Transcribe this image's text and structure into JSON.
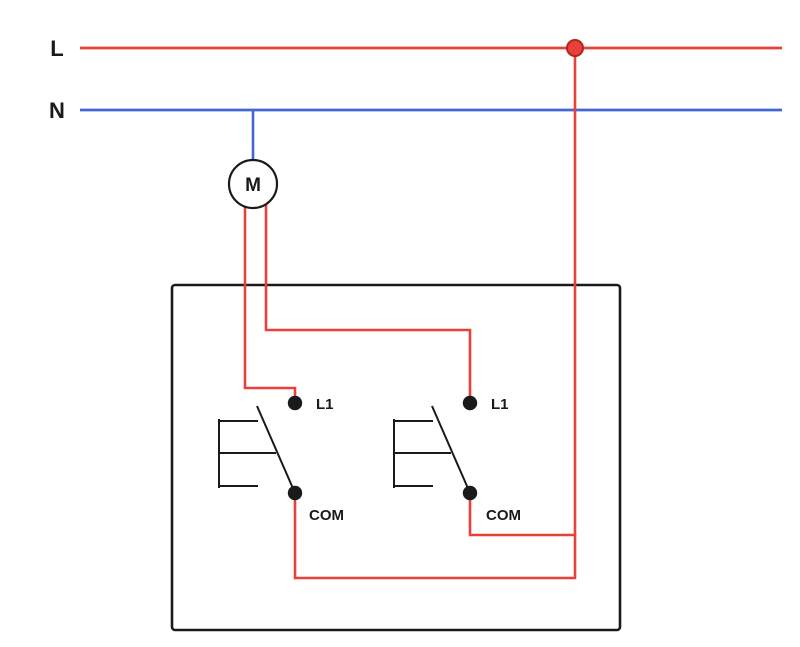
{
  "diagram": {
    "labels": {
      "live_bus": "L",
      "neutral_bus": "N",
      "motor": "M",
      "switch1_l1": "L1",
      "switch1_com": "COM",
      "switch2_l1": "L1",
      "switch2_com": "COM"
    },
    "colors": {
      "live": "#e8413a",
      "junction_stroke": "#b3241f",
      "neutral": "#4166d5",
      "ink": "#1a1a1a",
      "background": "#ffffff"
    }
  }
}
